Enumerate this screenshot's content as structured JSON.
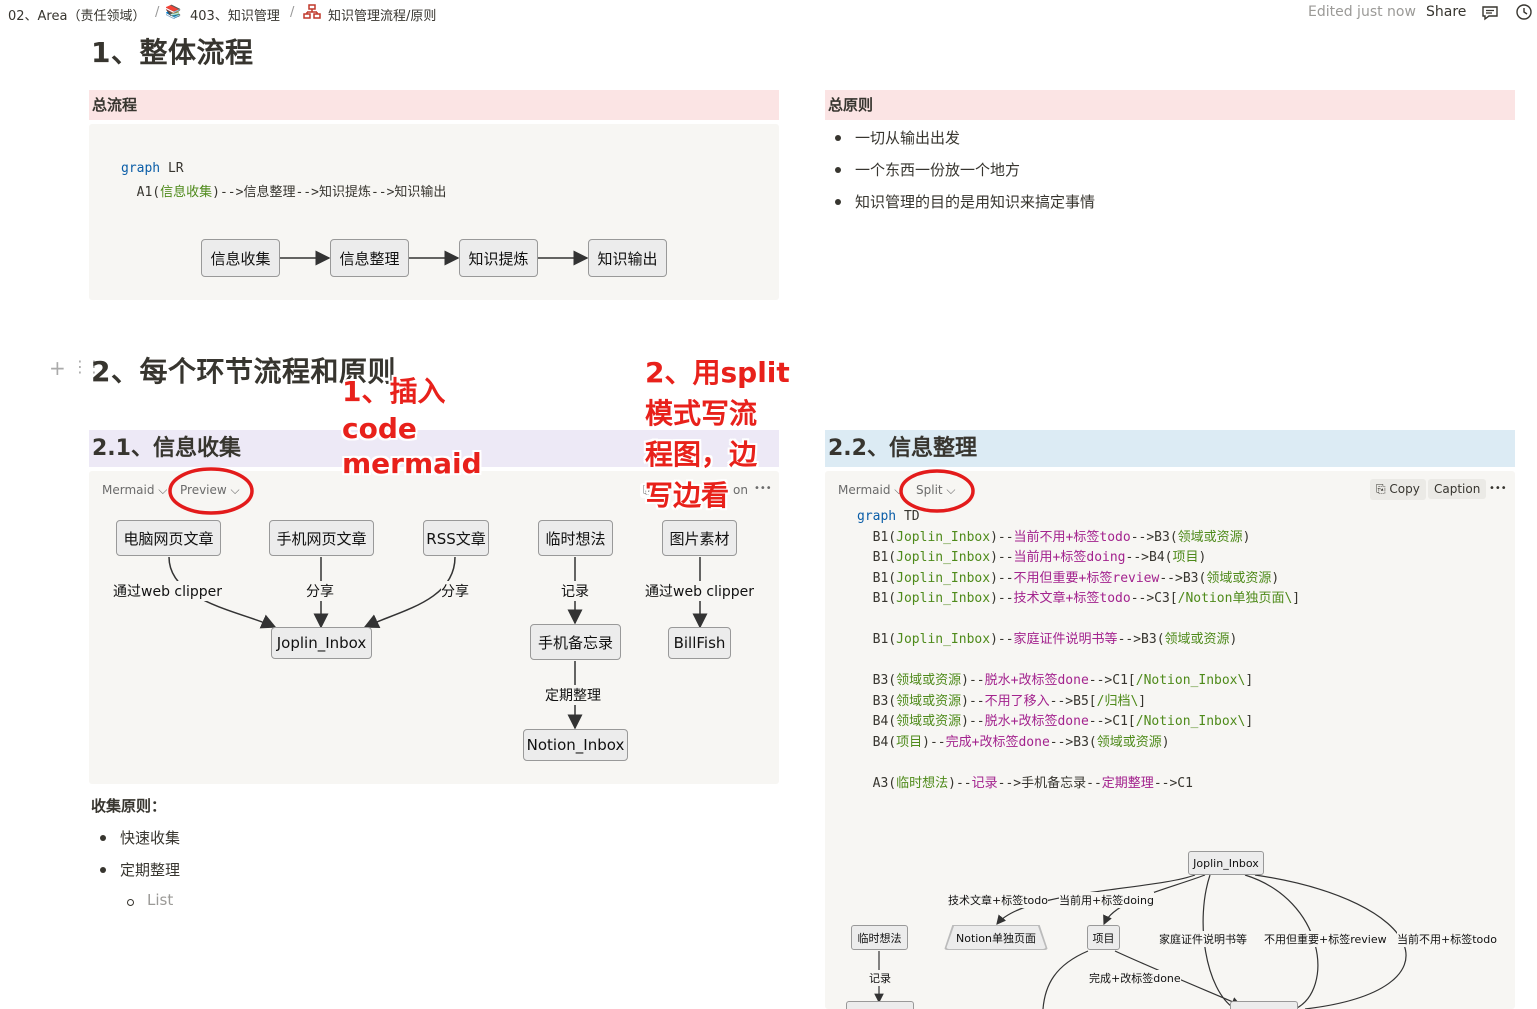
{
  "breadcrumb": {
    "area": "02、Area（责任领域）",
    "sep1": "/",
    "kb_emoji": "📚",
    "kb": "403、知识管理",
    "sep2": "/",
    "page": "知识管理流程/原则"
  },
  "topbar": {
    "edited": "Edited just now",
    "share": "Share"
  },
  "h1_overall": "1、整体流程",
  "overall": {
    "heading": "总流程",
    "code": {
      "kw": "graph",
      "kw_rest": " LR",
      "line2_a": "  A1(",
      "line2_g": "信息收集",
      "line2_b": ")-->信息整理-->知识提炼-->知识输出"
    },
    "nodes": [
      "信息收集",
      "信息整理",
      "知识提炼",
      "知识输出"
    ]
  },
  "principles": {
    "heading": "总原则",
    "items": [
      "一切从输出出发",
      "一个东西一份放一个地方",
      "知识管理的目的是用知识来搞定事情"
    ]
  },
  "h1_each": "2、每个环节流程和原则",
  "collect": {
    "heading": "2.1、信息收集",
    "lang": "Mermaid",
    "mode": "Preview",
    "toolbar_partial": "on",
    "more": "•••",
    "nodes": {
      "pc": "电脑网页文章",
      "mobile": "手机网页文章",
      "rss": "RSS文章",
      "idea": "临时想法",
      "img": "图片素材",
      "joplin": "Joplin_Inbox",
      "memo": "手机备忘录",
      "billfish": "BillFish",
      "notion": "Notion_Inbox"
    },
    "labels": {
      "web1": "通过web clipper",
      "share1": "分享",
      "share2": "分享",
      "record": "记录",
      "web2": "通过web clipper",
      "regular": "定期整理"
    },
    "rules_title": "收集原则：",
    "rules": [
      "快速收集",
      "定期整理"
    ],
    "sub_rule": "List"
  },
  "organize": {
    "heading": "2.2、信息整理",
    "lang": "Mermaid",
    "mode": "Split",
    "copy": "Copy",
    "caption": "Caption",
    "more": "•••",
    "code_lines": [
      {
        "a": "graph",
        "b": " TD",
        "type": "head"
      },
      {
        "a": "  B1(",
        "g": "Joplin_Inbox",
        "c": ")--",
        "p": "当前不用+标签todo",
        "d": "-->B3(",
        "g2": "领域或资源",
        "e": ")"
      },
      {
        "a": "  B1(",
        "g": "Joplin_Inbox",
        "c": ")--",
        "p": "当前用+标签doing",
        "d": "-->B4(",
        "g2": "项目",
        "e": ")"
      },
      {
        "a": "  B1(",
        "g": "Joplin_Inbox",
        "c": ")--",
        "p": "不用但重要+标签review",
        "d": "-->B3(",
        "g2": "领域或资源",
        "e": ")"
      },
      {
        "a": "  B1(",
        "g": "Joplin_Inbox",
        "c": ")--",
        "p": "技术文章+标签todo",
        "d": "-->C3[",
        "g2": "/Notion单独页面\\",
        "e": "]"
      },
      {
        "type": "blank"
      },
      {
        "a": "  B1(",
        "g": "Joplin_Inbox",
        "c": ")--",
        "p": "家庭证件说明书等",
        "d": "-->B3(",
        "g2": "领域或资源",
        "e": ")"
      },
      {
        "type": "blank"
      },
      {
        "a": "  B3(",
        "g": "领域或资源",
        "c": ")--",
        "p": "脱水+改标签done",
        "d": "-->C1[",
        "g2": "/Notion_Inbox\\",
        "e": "]"
      },
      {
        "a": "  B3(",
        "g": "领域或资源",
        "c": ")--",
        "p": "不用了移入",
        "d": "-->B5[",
        "g2": "/归档\\",
        "e": "]"
      },
      {
        "a": "  B4(",
        "g": "领域或资源",
        "c": ")--",
        "p": "脱水+改标签done",
        "d": "-->C1[",
        "g2": "/Notion_Inbox\\",
        "e": "]"
      },
      {
        "a": "  B4(",
        "g": "项目",
        "c": ")--",
        "p": "完成+改标签done",
        "d": "-->B3(",
        "g2": "领域或资源",
        "e": ")"
      },
      {
        "type": "blank"
      },
      {
        "a": "  A3(",
        "g": "临时想法",
        "c": ")--",
        "p": "记录",
        "d": "-->手机备忘录--",
        "g2": "",
        "pp": "定期整理",
        "e": "-->C1"
      }
    ],
    "preview": {
      "joplin": "Joplin_Inbox",
      "idea": "临时想法",
      "notion_page": "Notion单独页面",
      "project": "项目",
      "lbl_tech": "技术文章+标签todo",
      "lbl_doing": "当前用+标签doing",
      "lbl_family": "家庭证件说明书等",
      "lbl_review": "不用但重要+标签review",
      "lbl_todo": "当前不用+标签todo",
      "lbl_record": "记录",
      "lbl_done": "完成+改标签done"
    }
  },
  "annotations": {
    "a1": [
      "1、插入",
      "code",
      "mermaid"
    ],
    "a2": [
      "2、用split",
      "模式写流",
      "程图，边",
      "写边看"
    ]
  },
  "colors": {
    "pink": "#fbe4e4",
    "lavender": "#ede9f6",
    "lightblue": "#dcebf4",
    "annotation": "#e8211b"
  }
}
